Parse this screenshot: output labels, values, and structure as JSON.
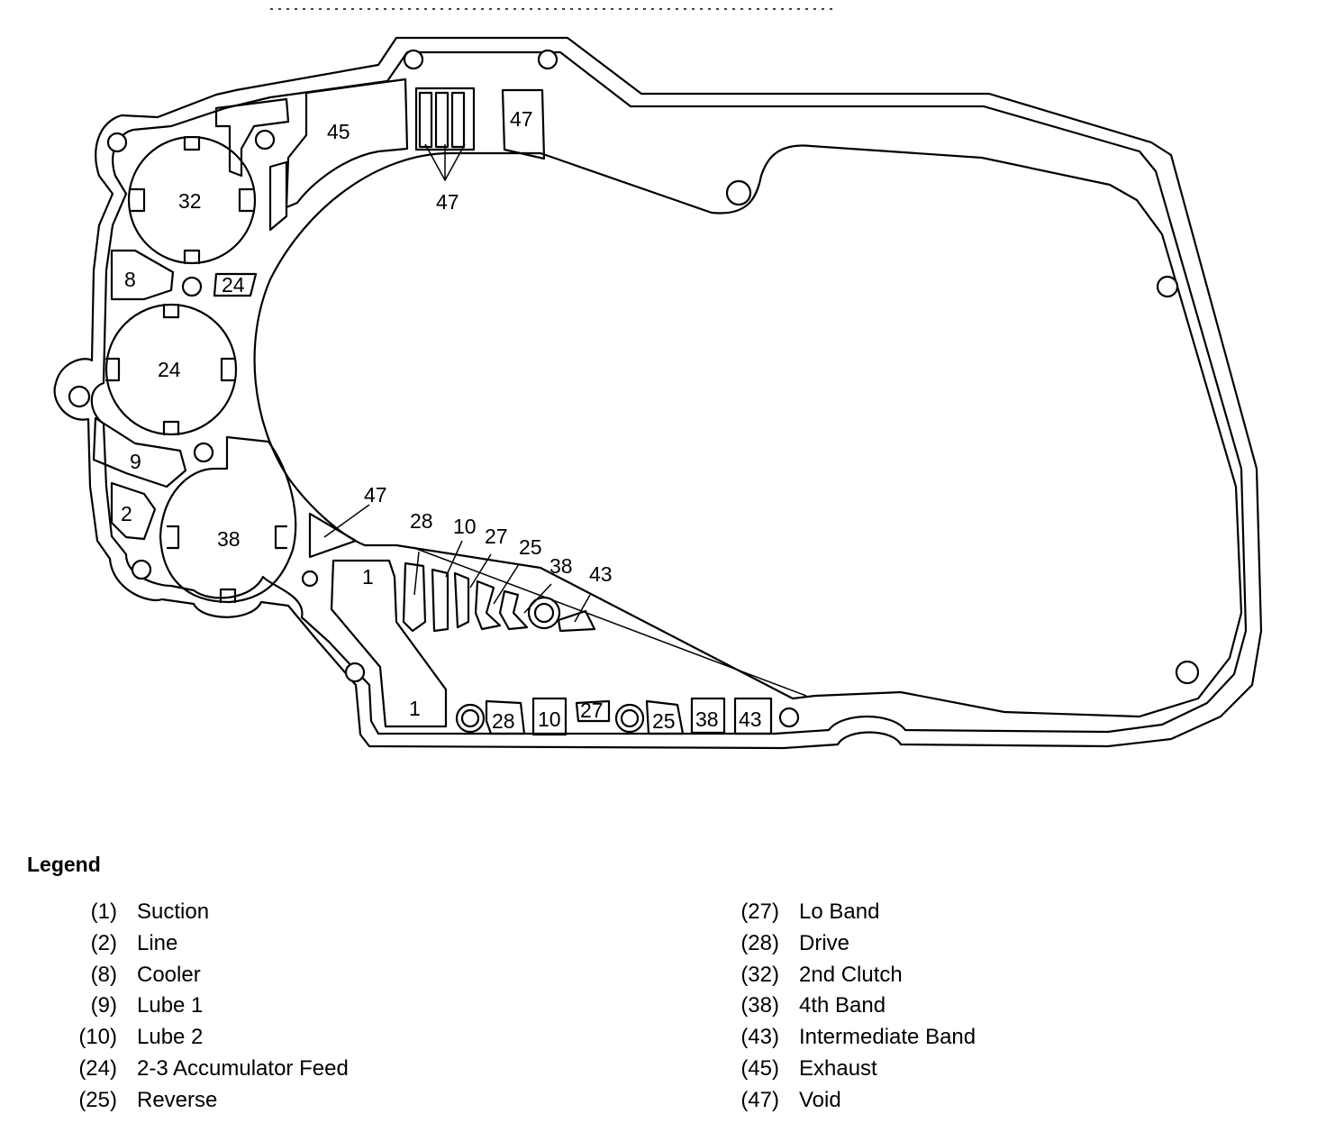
{
  "diagram": {
    "channel_labels": {
      "c32": "32",
      "c45": "45",
      "c47_box": "47",
      "c47_top": "47",
      "c8": "8",
      "c24_small": "24",
      "c24": "24",
      "c9": "9",
      "c2": "2",
      "c38": "38",
      "c47_left": "47",
      "c1_top": "1",
      "c1_bottom": "1",
      "c28": "28",
      "c10": "10",
      "c27": "27",
      "c25": "25",
      "c38b": "38",
      "c43": "43"
    },
    "bottom_ports": [
      "28",
      "10",
      "27",
      "25",
      "38",
      "43"
    ]
  },
  "legend": {
    "title": "Legend",
    "left": [
      {
        "num": "(1)",
        "label": "Suction"
      },
      {
        "num": "(2)",
        "label": "Line"
      },
      {
        "num": "(8)",
        "label": "Cooler"
      },
      {
        "num": "(9)",
        "label": "Lube 1"
      },
      {
        "num": "(10)",
        "label": "Lube 2"
      },
      {
        "num": "(24)",
        "label": "2-3 Accumulator Feed"
      },
      {
        "num": "(25)",
        "label": "Reverse"
      }
    ],
    "right": [
      {
        "num": "(27)",
        "label": "Lo Band"
      },
      {
        "num": "(28)",
        "label": "Drive"
      },
      {
        "num": "(32)",
        "label": "2nd Clutch"
      },
      {
        "num": "(38)",
        "label": "4th  Band"
      },
      {
        "num": "(43)",
        "label": "Intermediate Band"
      },
      {
        "num": "(45)",
        "label": "Exhaust"
      },
      {
        "num": "(47)",
        "label": "Void"
      }
    ]
  }
}
